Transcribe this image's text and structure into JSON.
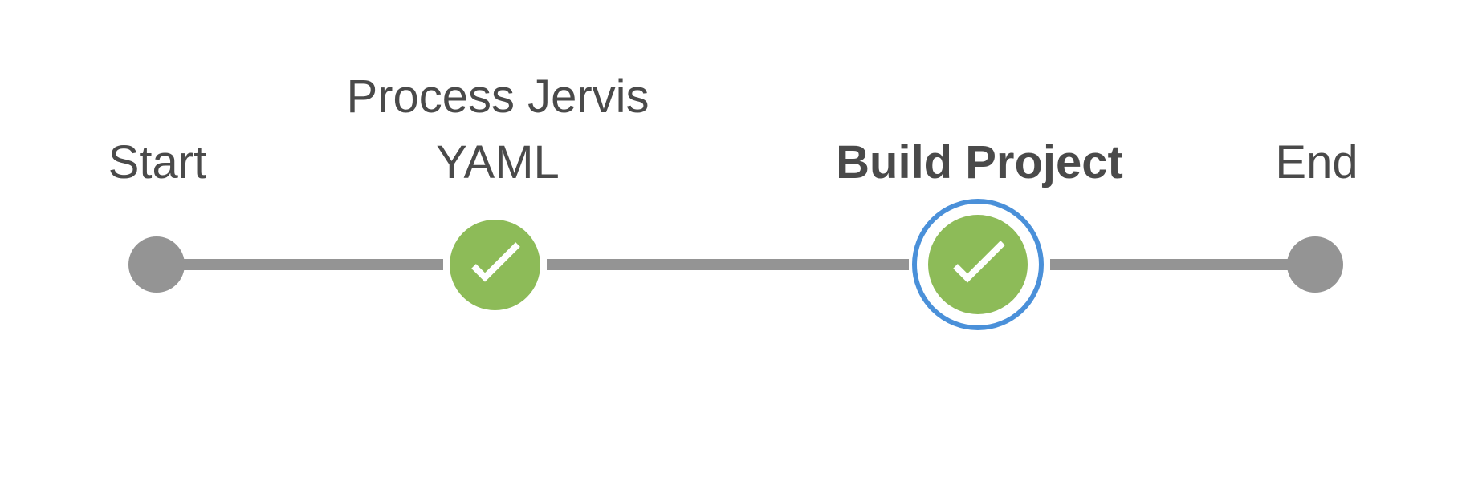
{
  "pipeline": {
    "stages": [
      {
        "id": "start",
        "label_lines": [
          "Start"
        ],
        "status": "plain"
      },
      {
        "id": "process-jervis-yaml",
        "label_lines": [
          "Process Jervis",
          "YAML"
        ],
        "status": "success"
      },
      {
        "id": "build-project",
        "label_lines": [
          "Build Project"
        ],
        "status": "success",
        "selected": true
      },
      {
        "id": "end",
        "label_lines": [
          "End"
        ],
        "status": "plain"
      }
    ]
  },
  "colors": {
    "connector": "#949494",
    "plain_node": "#949494",
    "success_node": "#8dbb58",
    "selection_ring": "#4a90d9",
    "check": "#ffffff",
    "label_text": "#4a4a4a"
  },
  "icons": {
    "success": "check-icon"
  }
}
